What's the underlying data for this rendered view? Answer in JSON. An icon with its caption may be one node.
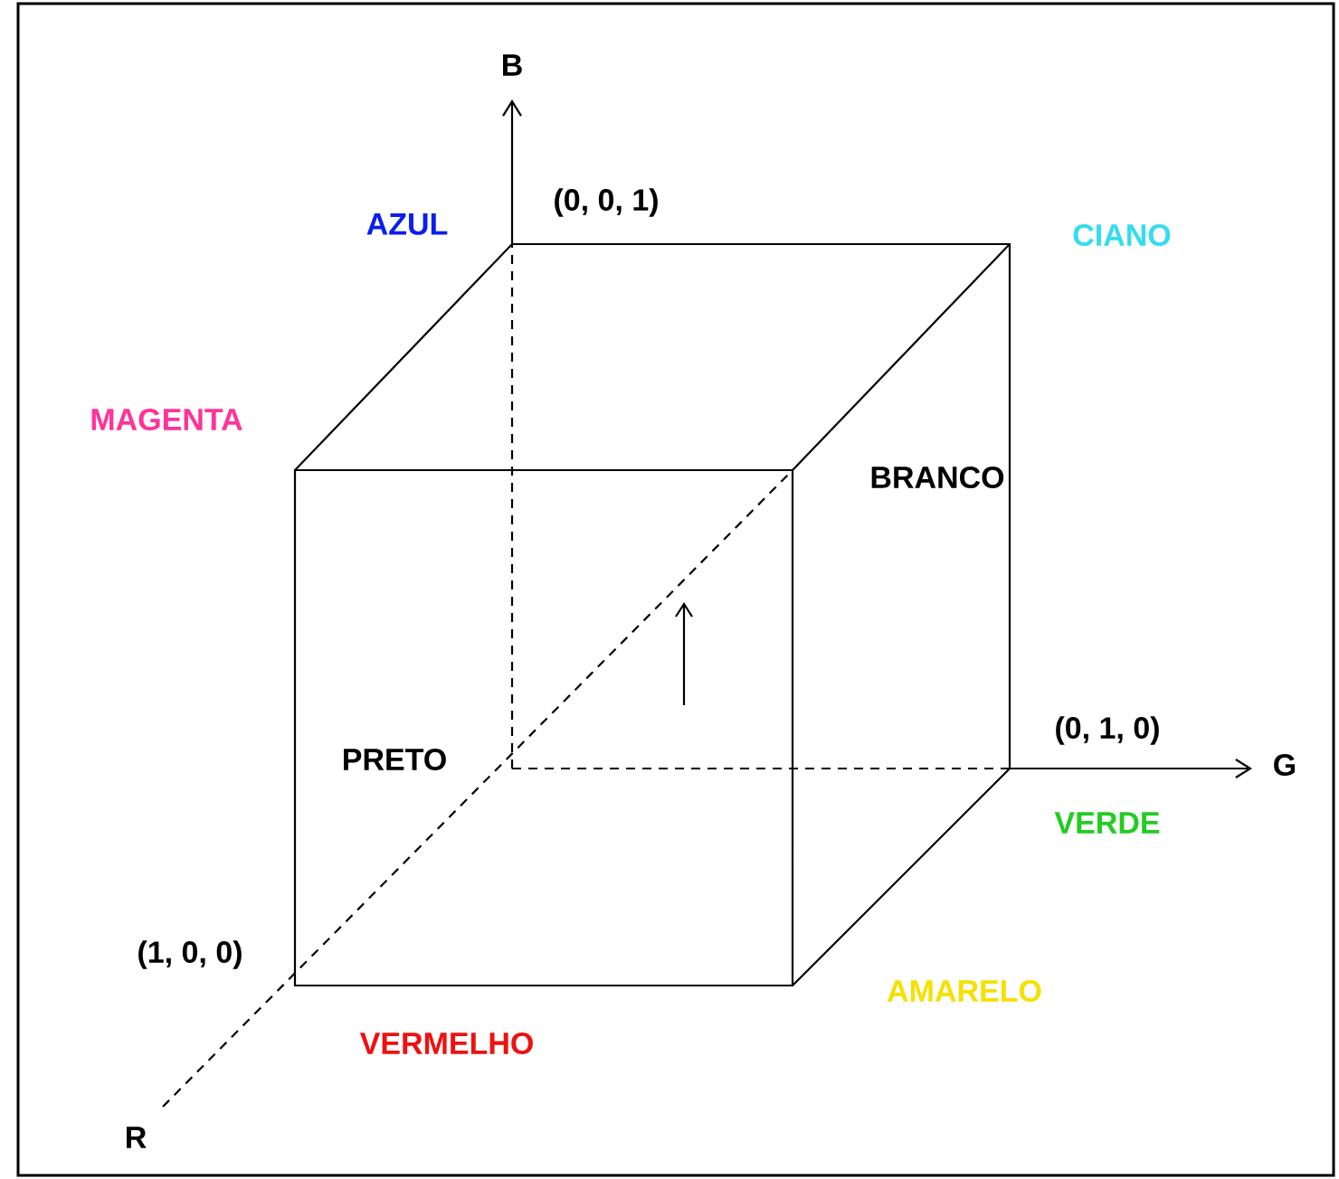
{
  "diagram": {
    "labels": [
      "B",
      "AZUL",
      "(0, 0, 1)",
      "CIANO",
      "MAGENTA",
      "BRANCO",
      "PRETO",
      "(0, 1, 0)",
      "G",
      "VERDE",
      "(1, 0, 0)",
      "AMARELO",
      "VERMELHO",
      "R"
    ]
  }
}
